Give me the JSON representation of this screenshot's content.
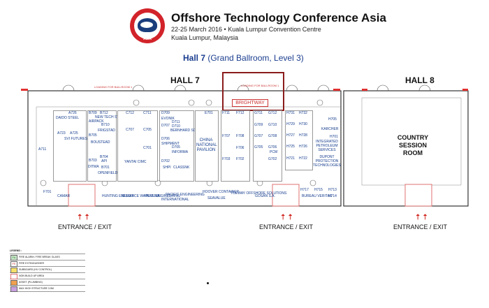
{
  "header": {
    "title": "Offshore Technology Conference Asia",
    "dates_venue": "22-25 March 2016 • Kuala Lumpur Convention Centre",
    "city": "Kuala Lumpur, Malaysia",
    "logo_text": "ASIA"
  },
  "map": {
    "hall_title_bold": "Hall 7",
    "hall_title_rest": " (Grand Ballroom, Level 3)",
    "hall7_label": "HALL 7",
    "hall8_label": "HALL 8",
    "country_session_room": "COUNTRY SESSION ROOM",
    "loading_left": "LOADING FOR BALLROOM 1",
    "loading_mid": "LOADING FOR BALLROOM 1",
    "brightway": "BRIGHTWAY",
    "entrances": [
      "ENTRANCE / EXIT",
      "ENTRANCE / EXIT",
      "ENTRANCE / EXIT"
    ],
    "booths": {
      "daido": "DAIDO STEEL",
      "a726": "A726",
      "a723": "A723",
      "a725": "A725",
      "svi": "SVI FUTURES",
      "a711": "A711",
      "b709": "B709",
      "b712": "B712",
      "newtech": "NEW TECH SYSTEMS",
      "airpack": "AIRPACK",
      "b710": "B710",
      "frigstad": "FRIGSTAD",
      "b705": "B705",
      "boustead": "BOUSTEAD",
      "b704": "B704",
      "api": "API",
      "b703": "B703",
      "ditma": "DITMA",
      "b701": "B701",
      "openfield": "OPENFIELD",
      "c712": "C712",
      "c711": "C711",
      "c707": "C707",
      "c705": "C705",
      "c701": "C701",
      "yantai": "YANTAI CIMC",
      "d709": "D709",
      "evonik": "EVONIK",
      "d707": "D707",
      "d706": "D706",
      "d711": "D711",
      "d710": "D710",
      "bernhard": "BERNHARD SCHULTE",
      "d702": "D702",
      "shipment": "SHIPMENT",
      "d705": "D705",
      "informa": "INFORMA",
      "shpi": "SHPI",
      "classnk": "CLASSNK",
      "e701": "E701",
      "china": "CHINA NATIONAL PAVILION",
      "f711": "F711",
      "f712": "F712",
      "f707": "F707",
      "f708": "F708",
      "f706": "F706",
      "f703": "F703",
      "f702": "F702",
      "g711": "G711",
      "g712": "G712",
      "g709": "G709",
      "g710": "G710",
      "g707": "G707",
      "g708": "G708",
      "g705": "G705",
      "g706": "G706",
      "g702": "G702",
      "pcm": "PCM",
      "h731": "H731",
      "h732": "H732",
      "h729": "H729",
      "h730": "H730",
      "h727": "H727",
      "h728": "H728",
      "h725": "H725",
      "h726": "H726",
      "h721": "H721",
      "h722": "H722",
      "karcher": "KARCHER",
      "integrated": "INTEGRATED PETROLEUM SERVICES",
      "dupont": "DUPONT PROTECTION TECHNOLOGIES",
      "h705": "H705",
      "h701": "H701",
      "f701": "F701",
      "camar": "CAMAR",
      "huntingenergy": "HUNTING ENERGY",
      "reliance": "RELIANCE WATERLINK",
      "valve": "VALVE ENGINEERING",
      "pacific": "PACIFIC ENGINEERING",
      "international": "INTERNATIONAL",
      "hoover": "HOOVER CONTAINER",
      "seavalue": "SEAVALUE",
      "toeway": "TOEWAY OFFSHORE SOLUTIONS",
      "gosan": "GOSAN S.A.",
      "bureau": "BUREAU VERITAS",
      "h717": "H717",
      "h715": "H715",
      "h713": "H713",
      "h714": "H714"
    }
  },
  "legend": {
    "items": [
      {
        "code": "",
        "text": "LEGEND :"
      },
      {
        "code": "FA",
        "text": "FIRE ALARM / FIRE BREAK GLASS"
      },
      {
        "code": "FE",
        "text": "FIRE EXTINGUISHER"
      },
      {
        "code": "",
        "text": "SUBBOARD (HV CONTROL)"
      },
      {
        "code": "",
        "text": "NON BUILD UP AREA"
      },
      {
        "code": "",
        "text": "ASSET (PLUMBING)"
      },
      {
        "code": "",
        "text": "MAX HIGH STRUCTURE 3.5M"
      }
    ]
  },
  "colors": {
    "accent": "#d2232a",
    "navy": "#1a3d7c",
    "booth_text": "#123a8c",
    "highlight": "#8b1c1c"
  }
}
